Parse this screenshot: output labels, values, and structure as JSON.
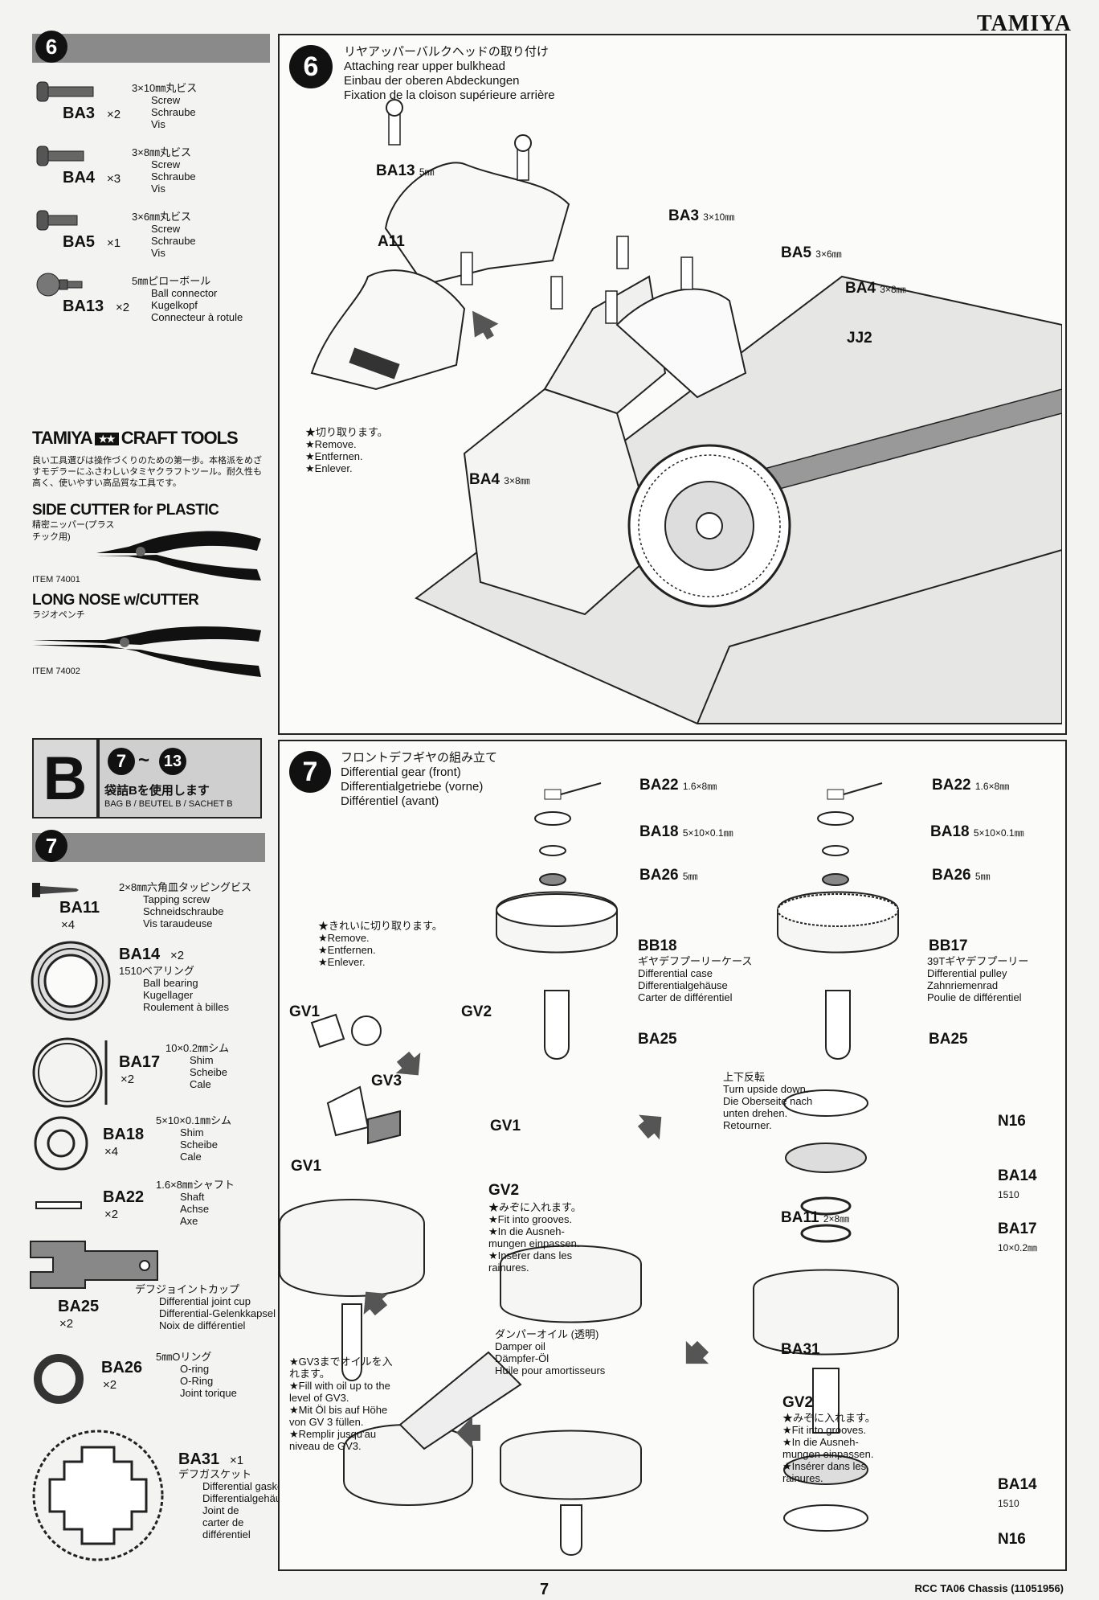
{
  "header": {
    "brand": "TAMIYA",
    "page_number": "7",
    "footer_model": "RCC TA06 Chassis (11051956)"
  },
  "sidebar_step6": {
    "number": "6",
    "parts": [
      {
        "code": "BA3",
        "qty": "×2",
        "jp": "3×10㎜丸ビス",
        "en": "Screw",
        "de": "Schraube",
        "fr": "Vis"
      },
      {
        "code": "BA4",
        "qty": "×3",
        "jp": "3×8㎜丸ビス",
        "en": "Screw",
        "de": "Schraube",
        "fr": "Vis"
      },
      {
        "code": "BA5",
        "qty": "×1",
        "jp": "3×6㎜丸ビス",
        "en": "Screw",
        "de": "Schraube",
        "fr": "Vis"
      },
      {
        "code": "BA13",
        "qty": "×2",
        "jp": "5㎜ピローボール",
        "en": "Ball connector",
        "de": "Kugelkopf",
        "fr": "Connecteur à rotule"
      }
    ]
  },
  "craft_tools": {
    "logo": "TAMIYA",
    "logo2": "CRAFT TOOLS",
    "desc": "良い工具選びは操作づくりのための第一歩。本格派をめざすモデラーにふさわしいタミヤクラフトツール。耐久性も高く、使いやすい高品質な工具です。",
    "tools": [
      {
        "name": "SIDE CUTTER for PLASTIC",
        "jp": "精密ニッパー(プラスチック用)",
        "item": "ITEM 74001"
      },
      {
        "name": "LONG NOSE w/CUTTER",
        "jp": "ラジオペンチ",
        "item": "ITEM 74002"
      }
    ]
  },
  "bag_b": {
    "letter": "B",
    "range_from": "7",
    "tilde": "~",
    "range_to": "13",
    "jp": "袋詰Bを使用します",
    "en": "BAG B / BEUTEL B / SACHET B"
  },
  "sidebar_step7": {
    "number": "7",
    "parts": [
      {
        "code": "BA11",
        "qty": "×4",
        "jp": "2×8㎜六角皿タッピングビス",
        "en": "Tapping screw",
        "de": "Schneidschraube",
        "fr": "Vis taraudeuse"
      },
      {
        "code": "BA14",
        "qty": "×2",
        "jp": "1510ベアリング",
        "en": "Ball bearing",
        "de": "Kugellager",
        "fr": "Roulement à billes"
      },
      {
        "code": "BA17",
        "qty": "×2",
        "jp": "10×0.2㎜シム",
        "en": "Shim",
        "de": "Scheibe",
        "fr": "Cale"
      },
      {
        "code": "BA18",
        "qty": "×4",
        "jp": "5×10×0.1㎜シム",
        "en": "Shim",
        "de": "Scheibe",
        "fr": "Cale"
      },
      {
        "code": "BA22",
        "qty": "×2",
        "jp": "1.6×8㎜シャフト",
        "en": "Shaft",
        "de": "Achse",
        "fr": "Axe"
      },
      {
        "code": "BA25",
        "qty": "×2",
        "jp": "デフジョイントカップ",
        "en": "Differential joint cup",
        "de": "Differential-Gelenkkapsel",
        "fr": "Noix de différentiel"
      },
      {
        "code": "BA26",
        "qty": "×2",
        "jp": "5㎜Oリング",
        "en": "O-ring",
        "de": "O-Ring",
        "fr": "Joint torique"
      },
      {
        "code": "BA31",
        "qty": "×1",
        "jp": "デフガスケット",
        "en": "Differential gasket",
        "de": "Differentialgehäuse-Dichtung",
        "fr": "Joint de carter de différentiel"
      }
    ]
  },
  "step6": {
    "number": "6",
    "title_jp": "リヤアッパーバルクヘッドの取り付け",
    "title_en": "Attaching rear upper bulkhead",
    "title_de": "Einbau der oberen Abdeckungen",
    "title_fr": "Fixation de la cloison supérieure arrière",
    "labels": {
      "ba13": "BA13",
      "ba13_size": "5㎜",
      "a11": "A11",
      "ba3": "BA3",
      "ba3_size": "3×10㎜",
      "ba5": "BA5",
      "ba5_size": "3×6㎜",
      "ba4a": "BA4",
      "ba4a_size": "3×8㎜",
      "jj2": "JJ2",
      "ba4b": "BA4",
      "ba4b_size": "3×8㎜"
    },
    "note": [
      "★切り取ります。",
      "★Remove.",
      "★Entfernen.",
      "★Enlever."
    ]
  },
  "step7": {
    "number": "7",
    "title_jp": "フロントデフギヤの組み立て",
    "title_en": "Differential gear (front)",
    "title_de": "Differentialgetriebe (vorne)",
    "title_fr": "Différentiel (avant)",
    "labels": {
      "ba22": "BA22",
      "ba22_size": "1.6×8㎜",
      "ba18": "BA18",
      "ba18_size": "5×10×0.1㎜",
      "ba26": "BA26",
      "ba26_size": "5㎜",
      "bb18": "BB18",
      "bb18_jp": "ギヤデフプーリーケース",
      "bb18_en": "Differential case",
      "bb18_de": "Differentialgehäuse",
      "bb18_fr": "Carter de différentiel",
      "bb17": "BB17",
      "bb17_jp": "39Tギヤデフプーリー",
      "bb17_en": "Differential pulley",
      "bb17_de": "Zahnriemenrad",
      "bb17_fr": "Poulie de différentiel",
      "ba25": "BA25",
      "gv1": "GV1",
      "gv2": "GV2",
      "gv3": "GV3",
      "n16": "N16",
      "ba14": "BA14",
      "ba14_size": "1510",
      "ba17": "BA17",
      "ba17_size": "10×0.2㎜",
      "ba11": "BA11",
      "ba11_size": "2×8㎜",
      "ba31": "BA31"
    },
    "note_remove": [
      "★きれいに切り取ります。",
      "★Remove.",
      "★Entfernen.",
      "★Enlever."
    ],
    "note_grooves": [
      "★みぞに入れます。",
      "★Fit into grooves.",
      "★In die Ausneh-",
      "mungen einpassen.",
      "★Insérer dans les",
      "rainures."
    ],
    "note_flip": [
      "上下反転",
      "Turn upside down.",
      "Die Oberseite nach",
      "unten drehen.",
      "Retourner."
    ],
    "note_oil": [
      "ダンパーオイル (透明)",
      "Damper oil",
      "Dämpfer-Öl",
      "Huile pour amortisseurs"
    ],
    "note_fill": [
      "★GV3までオイルを入",
      "れます。",
      "★Fill with oil up to the",
      "level of GV3.",
      "★Mit Öl bis auf Höhe",
      "von GV 3 füllen.",
      "★Remplir jusqu'au",
      "niveau de GV3."
    ]
  }
}
